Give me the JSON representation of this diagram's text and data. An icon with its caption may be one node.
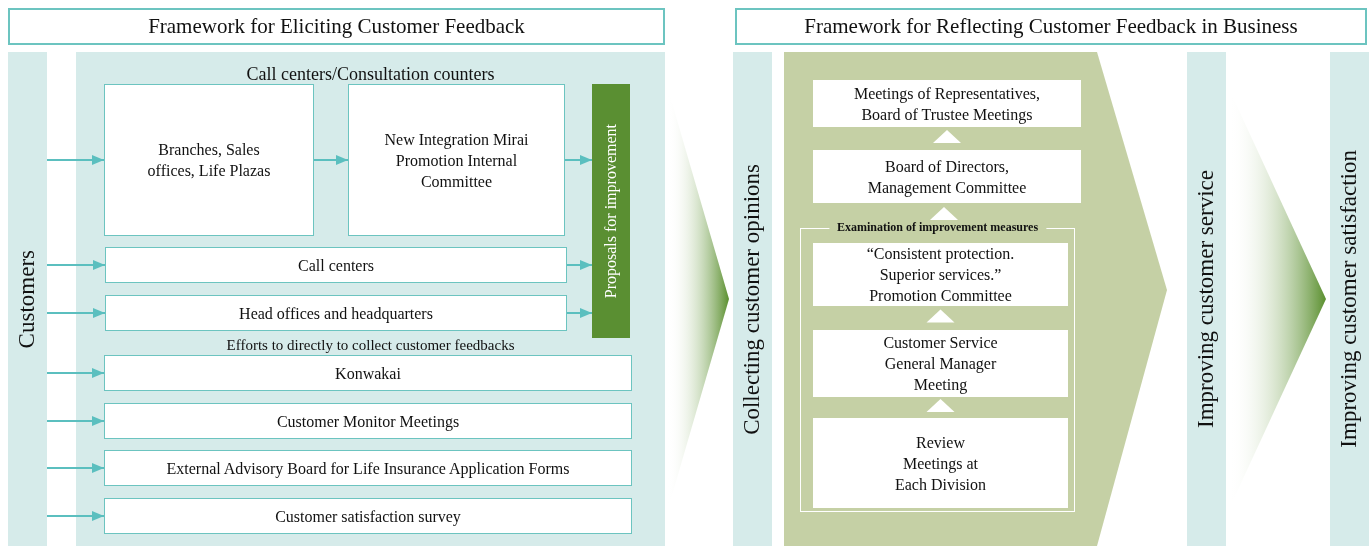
{
  "diagram": {
    "nodes": [
      {
        "text": [
          "Framework for Eliciting Customer Feedback"
        ]
      },
      {
        "text": [
          "Framework for Reflecting Customer Feedback in Business"
        ]
      },
      {
        "text": [
          "Customers"
        ]
      },
      {
        "text": [
          "Call centers/Consultation counters",
          "Efforts to directly to collect customer feedbacks"
        ]
      },
      {
        "text": [
          "Branches, Sales offices, Life Plazas"
        ],
        "in": 3
      },
      {
        "text": [
          "New Integration Mirai Promotion Internal Committee"
        ],
        "in": 3
      },
      {
        "text": [
          "Proposals for improvement"
        ],
        "in": 3
      },
      {
        "text": [
          "Call centers"
        ],
        "in": 3
      },
      {
        "text": [
          "Head offices and headquarters"
        ],
        "in": 3
      },
      {
        "text": [
          "Konwakai"
        ],
        "in": 3
      },
      {
        "text": [
          "Customer Monitor Meetings"
        ],
        "in": 3
      },
      {
        "text": [
          "External Advisory Board for Life Insurance Application Forms"
        ],
        "in": 3
      },
      {
        "text": [
          "Customer satisfaction survey"
        ],
        "in": 3
      },
      {
        "text": [
          "Collecting customer opinions"
        ]
      },
      {
        "text": [],
        "shape": "arrow"
      },
      {
        "text": [
          "Meetings of Representatives, Board of Trustee Meetings"
        ],
        "in": 14
      },
      {
        "text": [
          "Board of Directors, Management Committee"
        ],
        "in": 14
      },
      {
        "text": [
          "Examination of improvement measures"
        ],
        "in": 14
      },
      {
        "text": [
          "“Consistent protection. Superior services.” Promotion Committee"
        ],
        "in": 17
      },
      {
        "text": [
          "Customer Service General Manager Meeting"
        ],
        "in": 17
      },
      {
        "text": [
          "Review Meetings at Each Division"
        ],
        "in": 17
      },
      {
        "text": [
          "Improving customer service"
        ]
      },
      {
        "text": [
          "Improving customer satisfaction"
        ]
      }
    ],
    "edges": [
      {
        "from": 2,
        "to": 4,
        "arrow": "to"
      },
      {
        "from": 2,
        "to": 7,
        "arrow": "to"
      },
      {
        "from": 2,
        "to": 8,
        "arrow": "to"
      },
      {
        "from": 2,
        "to": 9,
        "arrow": "to"
      },
      {
        "from": 2,
        "to": 10,
        "arrow": "to"
      },
      {
        "from": 2,
        "to": 11,
        "arrow": "to"
      },
      {
        "from": 2,
        "to": 12,
        "arrow": "to"
      },
      {
        "from": 4,
        "to": 5,
        "arrow": "to"
      },
      {
        "from": 5,
        "to": 6,
        "arrow": "to"
      },
      {
        "from": 7,
        "to": 6,
        "arrow": "to"
      },
      {
        "from": 8,
        "to": 6,
        "arrow": "to"
      },
      {
        "from": 3,
        "to": 13,
        "arrow": "to",
        "style": "thick",
        "color": "#5a8f2e"
      },
      {
        "from": 20,
        "to": 19,
        "arrow": "to",
        "color": "#ffffff"
      },
      {
        "from": 19,
        "to": 18,
        "arrow": "to",
        "color": "#ffffff"
      },
      {
        "from": 17,
        "to": 16,
        "arrow": "to",
        "color": "#ffffff"
      },
      {
        "from": 16,
        "to": 15,
        "arrow": "to",
        "color": "#ffffff"
      },
      {
        "from": 21,
        "to": 22,
        "arrow": "to",
        "style": "thick",
        "color": "#5a8f2e"
      }
    ]
  }
}
